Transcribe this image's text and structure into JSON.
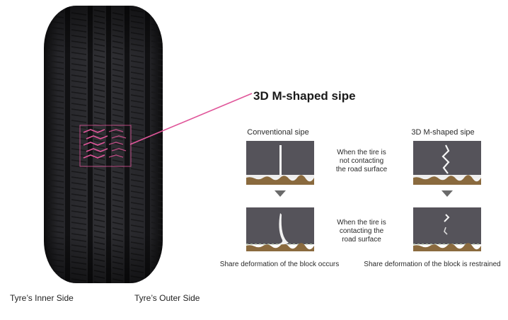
{
  "title": "3D M-shaped sipe",
  "conventional": {
    "heading": "Conventional sipe",
    "result": "Share deformation of the block occurs"
  },
  "m_shaped": {
    "heading": "3D M-shaped sipe",
    "result": "Share deformation of the block is restrained"
  },
  "conditions": {
    "not_contacting": [
      "When the tire is",
      "not contacting",
      "the road surface"
    ],
    "contacting": [
      "When the tire is",
      "contacting the",
      "road surface"
    ]
  },
  "sides": {
    "inner": "Tyre’s Inner Side",
    "outer": "Tyre’s Outer Side"
  },
  "colors": {
    "tire": "#1c1c1e",
    "highlight": "#e0569a",
    "block": "#55535a",
    "road": "#8a6a3e"
  }
}
